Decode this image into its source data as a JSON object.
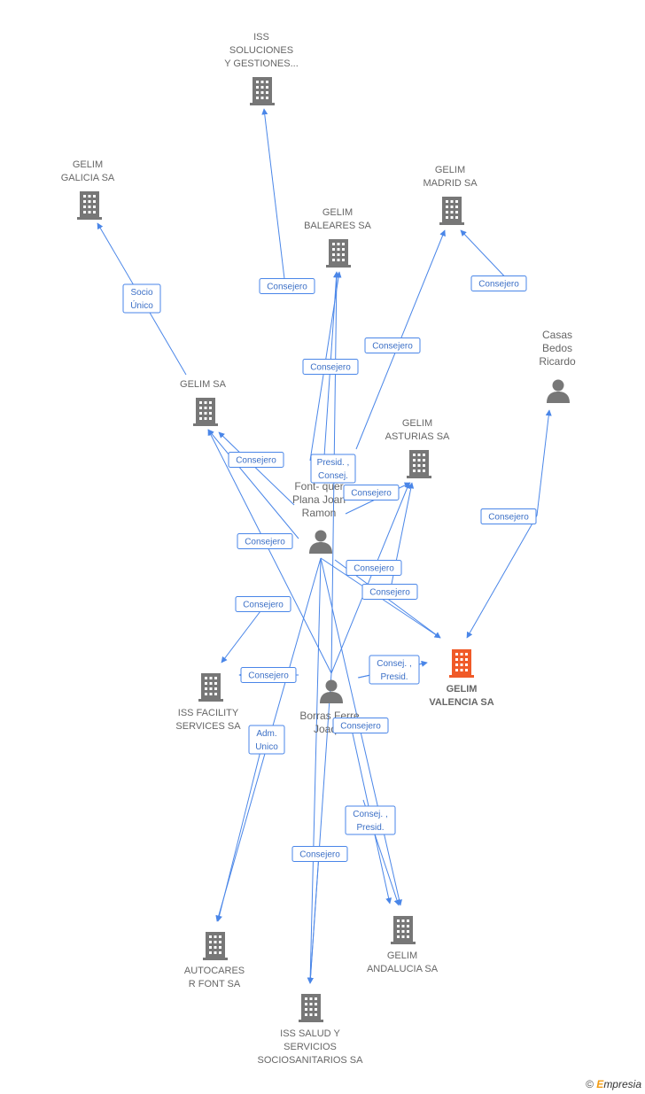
{
  "colors": {
    "edge": "#4a86e8",
    "node": "#777777",
    "highlight": "#f05a28"
  },
  "companies": [
    {
      "id": "iss_soluciones",
      "lines": [
        "ISS",
        "SOLUCIONES",
        "Y GESTIONES..."
      ],
      "icon": "building-icon"
    },
    {
      "id": "gelim_galicia",
      "lines": [
        "GELIM",
        "GALICIA SA"
      ],
      "icon": "building-icon"
    },
    {
      "id": "gelim_madrid",
      "lines": [
        "GELIM",
        "MADRID SA"
      ],
      "icon": "building-icon"
    },
    {
      "id": "gelim_baleares",
      "lines": [
        "GELIM",
        "BALEARES SA"
      ],
      "icon": "building-icon"
    },
    {
      "id": "gelim_sa",
      "lines": [
        "GELIM SA"
      ],
      "icon": "building-icon"
    },
    {
      "id": "gelim_asturias",
      "lines": [
        "GELIM",
        "ASTURIAS SA"
      ],
      "icon": "building-icon"
    },
    {
      "id": "gelim_valencia",
      "lines": [
        "GELIM",
        "VALENCIA SA"
      ],
      "icon": "building-icon",
      "main": true
    },
    {
      "id": "iss_facility",
      "lines": [
        "ISS FACILITY",
        "SERVICES SA"
      ],
      "icon": "building-icon"
    },
    {
      "id": "autocares",
      "lines": [
        "AUTOCARES",
        "R FONT SA"
      ],
      "icon": "building-icon"
    },
    {
      "id": "gelim_andalucia",
      "lines": [
        "GELIM",
        "ANDALUCIA SA"
      ],
      "icon": "building-icon"
    },
    {
      "id": "iss_salud",
      "lines": [
        "ISS SALUD Y",
        "SERVICIOS",
        "SOCIOSANITARIOS SA"
      ],
      "icon": "building-icon"
    }
  ],
  "persons": [
    {
      "id": "casas",
      "lines": [
        "Casas",
        "Bedos",
        "Ricardo"
      ],
      "icon": "person-icon"
    },
    {
      "id": "font",
      "lines": [
        "Font- quer",
        "Plana Joan",
        "Ramon"
      ],
      "icon": "person-icon"
    },
    {
      "id": "borras",
      "lines": [
        "Borras Ferre",
        "Joaq..."
      ],
      "icon": "person-icon"
    }
  ],
  "edges": [
    {
      "label": [
        "Consejero"
      ]
    },
    {
      "label": [
        "Socio",
        "Único"
      ]
    },
    {
      "label": [
        "Consejero"
      ]
    },
    {
      "label": [
        "Consejero"
      ]
    },
    {
      "label": [
        "Consejero"
      ]
    },
    {
      "label": [
        "Consejero"
      ]
    },
    {
      "label": [
        "Consejero"
      ]
    },
    {
      "label": [
        "Presid. ,",
        "Consej."
      ]
    },
    {
      "label": [
        "Consejero"
      ]
    },
    {
      "label": [
        "Consejero"
      ]
    },
    {
      "label": [
        "Consejero"
      ]
    },
    {
      "label": [
        "Consejero"
      ]
    },
    {
      "label": [
        "Consejero"
      ]
    },
    {
      "label": [
        "Consejero"
      ]
    },
    {
      "label": [
        "Consej. ,",
        "Presid."
      ]
    },
    {
      "label": [
        "Adm.",
        "Unico"
      ]
    },
    {
      "label": [
        "Consejero"
      ]
    },
    {
      "label": [
        "Consejero"
      ]
    },
    {
      "label": [
        "Consej. ,",
        "Presid."
      ]
    },
    {
      "label": [
        "Consejero"
      ]
    }
  ],
  "footer": {
    "copyright": "©",
    "brand_e": "E",
    "brand_rest": "mpresia"
  }
}
